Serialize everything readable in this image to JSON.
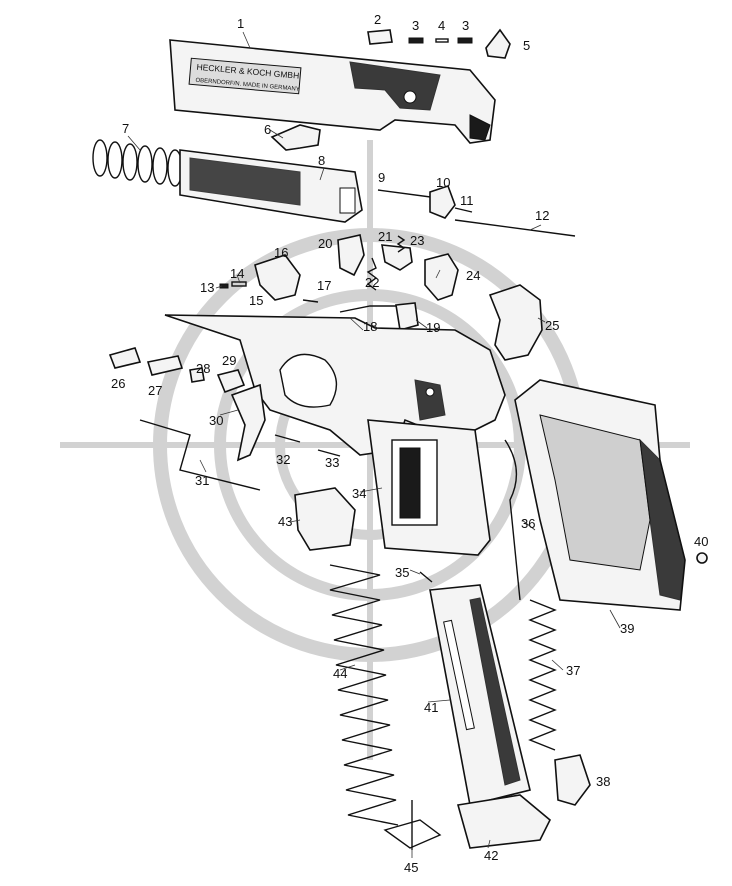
{
  "diagram": {
    "slide_marking": "HECKLER & KOCH GMBH",
    "slide_marking_sub": "OBERNDORF/N. MADE IN GERMANY",
    "parts": [
      {
        "id": "p1",
        "label": "1"
      },
      {
        "id": "p2",
        "label": "2"
      },
      {
        "id": "p3a",
        "label": "3"
      },
      {
        "id": "p4",
        "label": "4"
      },
      {
        "id": "p3b",
        "label": "3"
      },
      {
        "id": "p5",
        "label": "5"
      },
      {
        "id": "p6",
        "label": "6"
      },
      {
        "id": "p7",
        "label": "7"
      },
      {
        "id": "p8",
        "label": "8"
      },
      {
        "id": "p9",
        "label": "9"
      },
      {
        "id": "p10",
        "label": "10"
      },
      {
        "id": "p11",
        "label": "11"
      },
      {
        "id": "p12",
        "label": "12"
      },
      {
        "id": "p13",
        "label": "13"
      },
      {
        "id": "p14",
        "label": "14"
      },
      {
        "id": "p15",
        "label": "15"
      },
      {
        "id": "p16",
        "label": "16"
      },
      {
        "id": "p17",
        "label": "17"
      },
      {
        "id": "p18",
        "label": "18"
      },
      {
        "id": "p19",
        "label": "19"
      },
      {
        "id": "p20",
        "label": "20"
      },
      {
        "id": "p21",
        "label": "21"
      },
      {
        "id": "p22",
        "label": "22"
      },
      {
        "id": "p23",
        "label": "23"
      },
      {
        "id": "p24",
        "label": "24"
      },
      {
        "id": "p25",
        "label": "25"
      },
      {
        "id": "p26",
        "label": "26"
      },
      {
        "id": "p27",
        "label": "27"
      },
      {
        "id": "p28",
        "label": "28"
      },
      {
        "id": "p29",
        "label": "29"
      },
      {
        "id": "p30",
        "label": "30"
      },
      {
        "id": "p31",
        "label": "31"
      },
      {
        "id": "p32",
        "label": "32"
      },
      {
        "id": "p33",
        "label": "33"
      },
      {
        "id": "p34",
        "label": "34"
      },
      {
        "id": "p35",
        "label": "35"
      },
      {
        "id": "p36",
        "label": "36"
      },
      {
        "id": "p37",
        "label": "37"
      },
      {
        "id": "p38",
        "label": "38"
      },
      {
        "id": "p39",
        "label": "39"
      },
      {
        "id": "p40",
        "label": "40"
      },
      {
        "id": "p41",
        "label": "41"
      },
      {
        "id": "p42",
        "label": "42"
      },
      {
        "id": "p43",
        "label": "43"
      },
      {
        "id": "p44",
        "label": "44"
      },
      {
        "id": "p45",
        "label": "45"
      }
    ]
  }
}
